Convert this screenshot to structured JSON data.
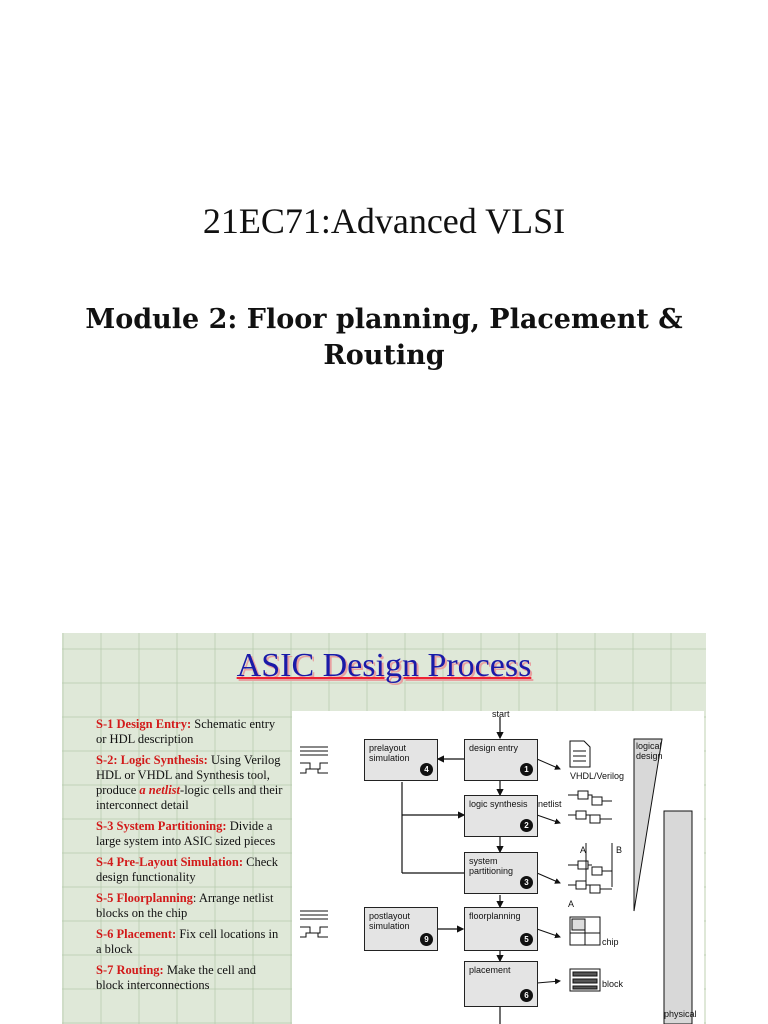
{
  "page": {
    "title": "21EC71:Advanced VLSI",
    "subtitle": "Module 2: Floor planning, Placement & Routing"
  },
  "slide": {
    "title": "ASIC Design Process",
    "steps": [
      {
        "label": "S-1 Design Entry:",
        "text": " Schematic entry or HDL description"
      },
      {
        "label": "S-2: Logic Synthesis:",
        "text": " Using Verilog HDL or VHDL and Synthesis tool, produce ",
        "emph": "a netlist",
        "tail": "-logic cells and their interconnect detail"
      },
      {
        "label": "S-3 System Partitioning:",
        "text": " Divide a large system into ASIC sized pieces"
      },
      {
        "label": "S-4 Pre-Layout Simulation:",
        "text": " Check design functionality"
      },
      {
        "label": "S-5 Floorplanning",
        "text": ": Arrange netlist blocks on the chip"
      },
      {
        "label": "S-6 Placement:",
        "text": " Fix cell locations in a block"
      },
      {
        "label": "S-7 Routing:",
        "text": " Make the cell and block interconnections"
      }
    ],
    "flow": {
      "start_label": "start",
      "boxes": [
        {
          "label": "design entry",
          "num": "1"
        },
        {
          "label": "logic synthesis",
          "num": "2"
        },
        {
          "label": "system partitioning",
          "num": "3"
        },
        {
          "label": "prelayout simulation",
          "num": "4"
        },
        {
          "label": "floorplanning",
          "num": "5"
        },
        {
          "label": "placement",
          "num": "6"
        },
        {
          "label": "postlayout simulation",
          "num": "9"
        }
      ],
      "side_labels": {
        "hdl": "VHDL/Verilog",
        "netlist": "netlist",
        "a": "A",
        "b": "B",
        "a2": "A",
        "chip": "chip",
        "block": "block",
        "logical": "logical design",
        "physical": "physical"
      }
    }
  }
}
